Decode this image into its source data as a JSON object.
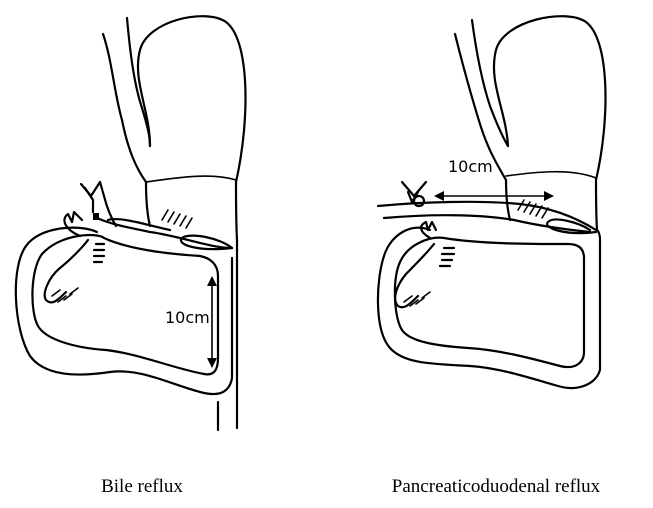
{
  "panels": [
    {
      "caption": "Bile reflux",
      "measurement": "10cm"
    },
    {
      "caption": "Pancreaticoduodenal reflux",
      "measurement": "10cm"
    }
  ]
}
